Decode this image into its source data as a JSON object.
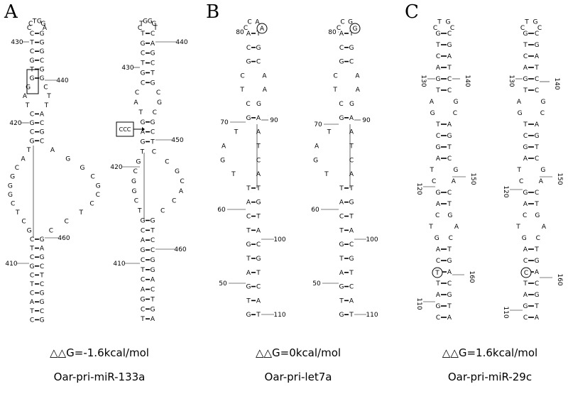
{
  "panels": [
    {
      "letter": "A",
      "energy": "△△G=-1.6kcal/mol",
      "name": "Oar-pri-miR-133a",
      "structures": [
        {
          "top_loop": [
            "C",
            "C",
            "T",
            "G",
            "G",
            "A"
          ],
          "stem": [
            [
              "C",
              "G"
            ],
            [
              "T",
              "G"
            ],
            [
              "C",
              "G"
            ],
            [
              "G",
              "C"
            ],
            [
              "T",
              "G"
            ],
            [
              "G",
              "G"
            ],
            [
              "G",
              "C"
            ],
            [
              "A",
              "T"
            ],
            [
              "T",
              "T"
            ],
            [
              "C",
              "A"
            ],
            [
              "G",
              "C"
            ],
            [
              "C",
              "G"
            ],
            [
              "G",
              "C"
            ],
            [
              "T",
              "A"
            ],
            [
              "A",
              "G"
            ],
            [
              "C",
              "G"
            ],
            [
              "G",
              "C"
            ],
            [
              "G",
              "G"
            ],
            [
              "G",
              "C"
            ],
            [
              "C",
              "C"
            ],
            [
              "T",
              "T"
            ],
            [
              "C",
              "C"
            ],
            [
              "G",
              "C"
            ],
            [
              "C",
              "G"
            ],
            [
              "T",
              "A"
            ],
            [
              "C",
              "G"
            ],
            [
              "G",
              "C"
            ],
            [
              "C",
              "T"
            ],
            [
              "T",
              "C"
            ],
            [
              "C",
              "G"
            ],
            [
              "A",
              "G"
            ],
            [
              "T",
              "C"
            ],
            [
              "C",
              "G"
            ]
          ],
          "positions": [
            {
              "label": "430"
            },
            {
              "label": "440"
            },
            {
              "label": "420"
            },
            {
              "label": "460"
            },
            {
              "label": "410"
            }
          ],
          "box_label": ""
        },
        {
          "top_loop": [
            "C",
            "T",
            "G",
            "G",
            "G",
            "T"
          ],
          "stem": [
            [
              "T",
              "C"
            ],
            [
              "G",
              "A"
            ],
            [
              "C",
              "G"
            ],
            [
              "T",
              "C"
            ],
            [
              "G",
              "T"
            ],
            [
              "C",
              "G"
            ],
            [
              "C",
              "C"
            ],
            [
              "A",
              "G"
            ],
            [
              "T",
              "C"
            ],
            [
              "G",
              "G"
            ],
            [
              "A",
              "C"
            ],
            [
              "G",
              "T"
            ],
            [
              "T",
              "C"
            ],
            [
              "G",
              "C"
            ],
            [
              "C",
              "G"
            ],
            [
              "G",
              "C"
            ],
            [
              "G",
              "A"
            ],
            [
              "C",
              "C"
            ],
            [
              "T",
              "C"
            ],
            [
              "G",
              "G"
            ],
            [
              "C",
              "T"
            ],
            [
              "A",
              "C"
            ],
            [
              "G",
              "C"
            ],
            [
              "C",
              "G"
            ],
            [
              "T",
              "G"
            ],
            [
              "C",
              "A"
            ],
            [
              "A",
              "C"
            ],
            [
              "G",
              "T"
            ],
            [
              "C",
              "G"
            ],
            [
              "T",
              "A"
            ]
          ],
          "positions": [
            {
              "label": "430"
            },
            {
              "label": "440"
            },
            {
              "label": "450"
            },
            {
              "label": "420"
            },
            {
              "label": "460"
            },
            {
              "label": "410"
            }
          ],
          "box_label": "CCC"
        }
      ]
    },
    {
      "letter": "B",
      "energy": "△△G=0kcal/mol",
      "name": "Oar-pri-let7a",
      "structures": [
        {
          "circled": "A",
          "top_loop": [
            "C",
            "C",
            "A",
            "T"
          ],
          "stem": [
            [
              "A",
              "T"
            ],
            [
              "C",
              "G"
            ],
            [
              "G",
              "C"
            ],
            [
              "C",
              "A"
            ],
            [
              "T",
              "A"
            ],
            [
              "C",
              "G"
            ],
            [
              "G",
              "A"
            ],
            [
              "T",
              "A"
            ],
            [
              "A",
              "T"
            ],
            [
              "G",
              "C"
            ],
            [
              "T",
              "A"
            ],
            [
              "T",
              "T"
            ],
            [
              "A",
              "G"
            ],
            [
              "C",
              "T"
            ],
            [
              "T",
              "A"
            ],
            [
              "G",
              "C"
            ],
            [
              "T",
              "G"
            ],
            [
              "A",
              "T"
            ],
            [
              "G",
              "C"
            ],
            [
              "T",
              "A"
            ],
            [
              "G",
              "T"
            ]
          ],
          "positions": [
            {
              "label": "80"
            },
            {
              "label": "90"
            },
            {
              "label": "70"
            },
            {
              "label": "60"
            },
            {
              "label": "100"
            },
            {
              "label": "50"
            },
            {
              "label": "110"
            }
          ]
        },
        {
          "circled": "G",
          "top_loop": [
            "C",
            "C",
            "G",
            "T"
          ],
          "stem": [
            [
              "A",
              "T"
            ],
            [
              "C",
              "G"
            ],
            [
              "G",
              "C"
            ],
            [
              "C",
              "A"
            ],
            [
              "T",
              "A"
            ],
            [
              "C",
              "G"
            ],
            [
              "G",
              "A"
            ],
            [
              "T",
              "A"
            ],
            [
              "A",
              "T"
            ],
            [
              "G",
              "C"
            ],
            [
              "T",
              "A"
            ],
            [
              "T",
              "T"
            ],
            [
              "A",
              "G"
            ],
            [
              "C",
              "T"
            ],
            [
              "T",
              "A"
            ],
            [
              "G",
              "C"
            ],
            [
              "T",
              "G"
            ],
            [
              "A",
              "T"
            ],
            [
              "G",
              "C"
            ],
            [
              "T",
              "A"
            ],
            [
              "G",
              "T"
            ]
          ],
          "positions": [
            {
              "label": "80"
            },
            {
              "label": "90"
            },
            {
              "label": "70"
            },
            {
              "label": "60"
            },
            {
              "label": "100"
            },
            {
              "label": "50"
            },
            {
              "label": "110"
            }
          ]
        }
      ]
    },
    {
      "letter": "C",
      "energy": "△△G=1.6kcal/mol",
      "name": "Oar-pri-miR-29c",
      "structures": [
        {
          "circled": "T",
          "top_loop": [
            "C",
            "T",
            "G",
            "C"
          ],
          "stem": [
            [
              "G",
              "C"
            ],
            [
              "T",
              "G"
            ],
            [
              "C",
              "A"
            ],
            [
              "A",
              "T"
            ],
            [
              "G",
              "C"
            ],
            [
              "T",
              "C"
            ],
            [
              "A",
              "G"
            ],
            [
              "G",
              "C"
            ],
            [
              "T",
              "A"
            ],
            [
              "C",
              "G"
            ],
            [
              "G",
              "T"
            ],
            [
              "A",
              "C"
            ],
            [
              "T",
              "G"
            ],
            [
              "C",
              "A"
            ],
            [
              "G",
              "C"
            ],
            [
              "A",
              "T"
            ],
            [
              "C",
              "G"
            ],
            [
              "T",
              "A"
            ],
            [
              "G",
              "C"
            ],
            [
              "A",
              "T"
            ],
            [
              "C",
              "G"
            ],
            [
              "G",
              "A"
            ],
            [
              "T",
              "C"
            ],
            [
              "A",
              "G"
            ],
            [
              "G",
              "T"
            ],
            [
              "C",
              "A"
            ]
          ],
          "positions": [
            {
              "label": "130"
            },
            {
              "label": "140"
            },
            {
              "label": "150"
            },
            {
              "label": "120"
            },
            {
              "label": "160"
            },
            {
              "label": "110"
            }
          ]
        },
        {
          "circled": "C",
          "top_loop": [
            "C",
            "T",
            "G",
            "C"
          ],
          "stem": [
            [
              "G",
              "C"
            ],
            [
              "T",
              "G"
            ],
            [
              "C",
              "A"
            ],
            [
              "A",
              "T"
            ],
            [
              "G",
              "C"
            ],
            [
              "T",
              "C"
            ],
            [
              "A",
              "G"
            ],
            [
              "G",
              "C"
            ],
            [
              "T",
              "A"
            ],
            [
              "C",
              "G"
            ],
            [
              "G",
              "T"
            ],
            [
              "A",
              "C"
            ],
            [
              "T",
              "G"
            ],
            [
              "C",
              "A"
            ],
            [
              "G",
              "C"
            ],
            [
              "A",
              "T"
            ],
            [
              "C",
              "G"
            ],
            [
              "T",
              "A"
            ],
            [
              "G",
              "C"
            ],
            [
              "A",
              "T"
            ],
            [
              "C",
              "G"
            ],
            [
              "G",
              "A"
            ],
            [
              "T",
              "C"
            ],
            [
              "A",
              "G"
            ],
            [
              "G",
              "T"
            ],
            [
              "C",
              "A"
            ]
          ],
          "positions": [
            {
              "label": "130"
            },
            {
              "label": "140"
            },
            {
              "label": "150"
            },
            {
              "label": "120"
            },
            {
              "label": "160"
            },
            {
              "label": "110"
            }
          ]
        }
      ]
    }
  ]
}
